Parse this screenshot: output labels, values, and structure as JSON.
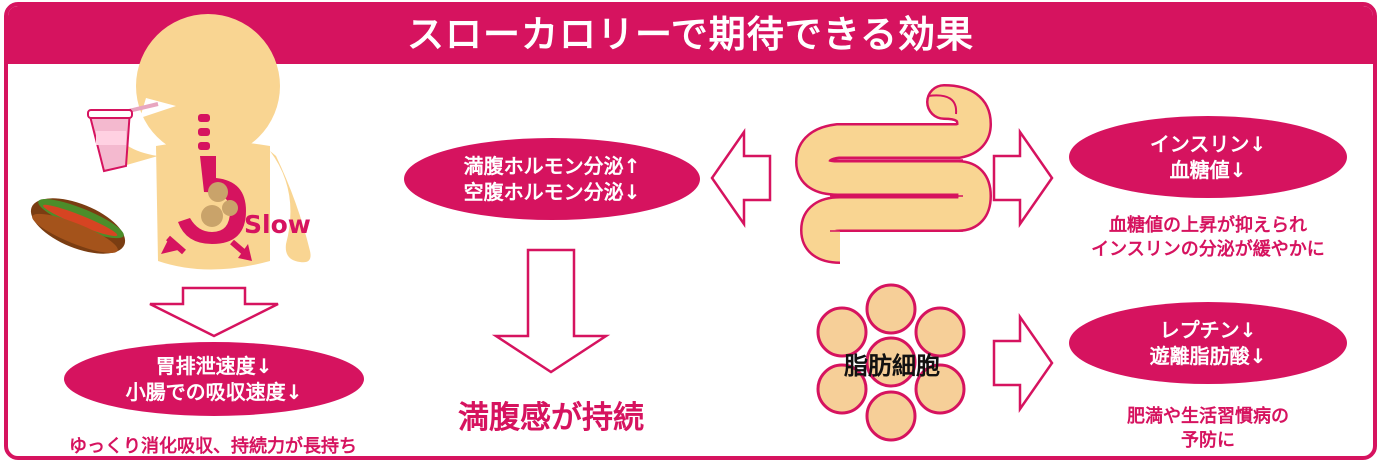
{
  "title": "スローカロリーで期待できる効果",
  "body_label": "Slow",
  "stomach": {
    "line1": "胃排泄速度↓",
    "line2": "小腸での吸収速度↓",
    "caption": "ゆっくり消化吸収、持続力が長持ち"
  },
  "hormone": {
    "line1": "満腹ホルモン分泌↑",
    "line2": "空腹ホルモン分泌↓"
  },
  "satiety": "満腹感が持続",
  "insulin": {
    "line1": "インスリン↓",
    "line2": "血糖値↓",
    "caption1": "血糖値の上昇が抑えられ",
    "caption2": "インスリンの分泌が緩やかに"
  },
  "fat_cell_label": "脂肪細胞",
  "leptin": {
    "line1": "レプチン↓",
    "line2": "遊離脂肪酸↓",
    "caption1": "肥満や生活習慣病の",
    "caption2": "予防に"
  },
  "colors": {
    "accent": "#d6135f",
    "skin": "#f9d592",
    "fat": "#f6cf98"
  }
}
